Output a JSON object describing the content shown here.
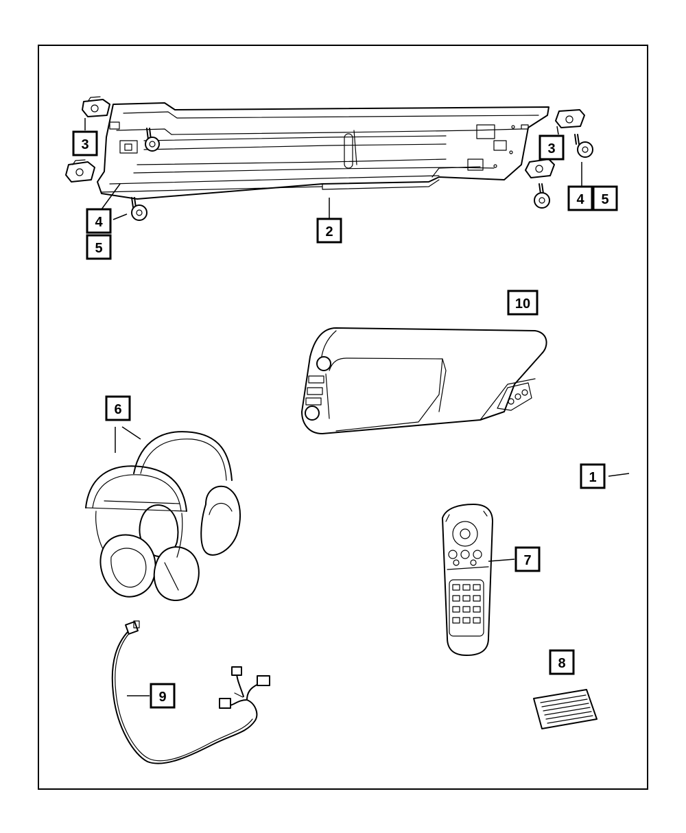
{
  "diagram": {
    "border_color": "#000000",
    "callouts": [
      {
        "id": "c1",
        "label": "1"
      },
      {
        "id": "c2",
        "label": "2"
      },
      {
        "id": "c3a",
        "label": "3"
      },
      {
        "id": "c3b",
        "label": "3"
      },
      {
        "id": "c4a",
        "label": "4"
      },
      {
        "id": "c4b",
        "label": "4"
      },
      {
        "id": "c5a",
        "label": "5"
      },
      {
        "id": "c5b",
        "label": "5"
      },
      {
        "id": "c6",
        "label": "6"
      },
      {
        "id": "c7",
        "label": "7"
      },
      {
        "id": "c8",
        "label": "8"
      },
      {
        "id": "c9",
        "label": "9"
      },
      {
        "id": "c10",
        "label": "10"
      }
    ]
  }
}
